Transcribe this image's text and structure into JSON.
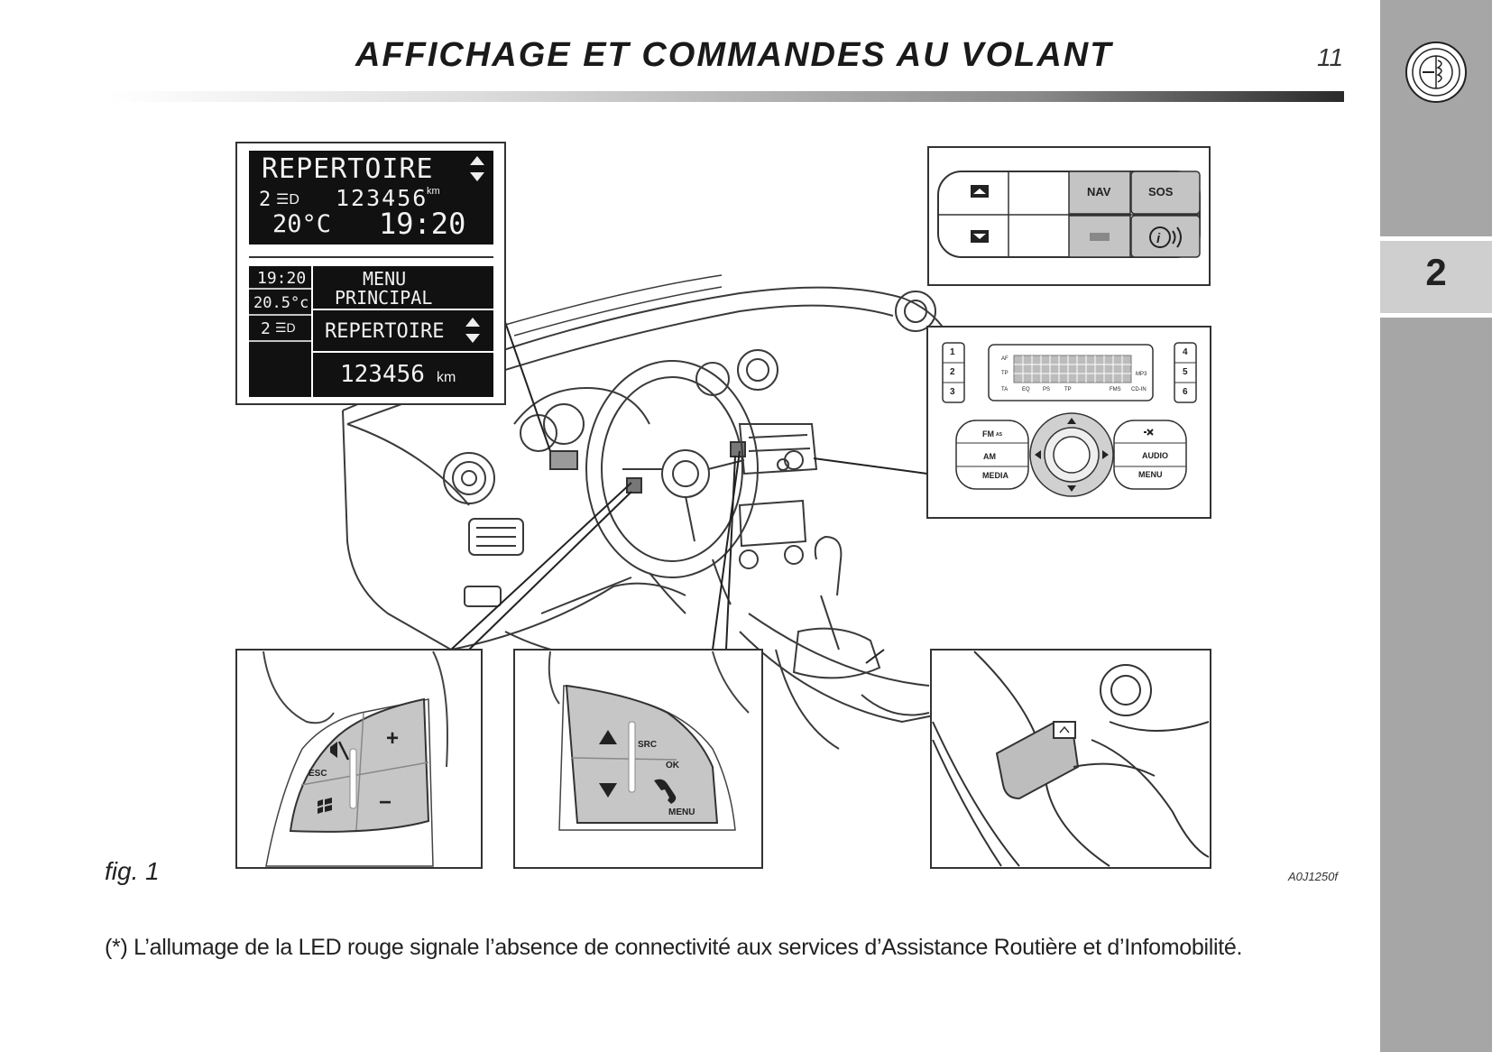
{
  "header": {
    "title": "AFFICHAGE ET COMMANDES AU VOLANT",
    "page_number": "11"
  },
  "side_tab": {
    "chapter": "2"
  },
  "display_detail": {
    "top_screen": {
      "title": "REPERTOIRE",
      "gear": "2",
      "odometer": "123456",
      "odometer_unit": "km",
      "temperature": "20°C",
      "time": "19:20"
    },
    "bottom_screen": {
      "time": "19:20",
      "temperature": "20.5°c",
      "gear": "2",
      "menu_line1": "MENU",
      "menu_line2": "PRINCIPAL",
      "item": "REPERTOIRE",
      "odometer": "123456",
      "odometer_unit": "km"
    }
  },
  "top_right_panel": {
    "nav_label": "NAV",
    "sos_label": "SOS"
  },
  "radio_panel": {
    "presets_left": [
      "1",
      "2",
      "3"
    ],
    "presets_right": [
      "4",
      "5",
      "6"
    ],
    "display_indicators": {
      "af": "AF",
      "tp": "TP",
      "mp3": "MP3",
      "bottom": [
        "TA",
        "EQ",
        "PS",
        "TP",
        "FMS",
        "CD-IN"
      ]
    },
    "left_buttons": [
      "FM",
      "AS",
      "AM",
      "MEDIA"
    ],
    "right_buttons": [
      "AUDIO",
      "MENU"
    ]
  },
  "steering_left": {
    "esc_label": "ESC",
    "plus": "+",
    "minus": "−"
  },
  "steering_right": {
    "src_label": "SRC",
    "ok_label": "OK",
    "menu_label": "MENU"
  },
  "caption": {
    "figure": "fig. 1",
    "code": "A0J1250f"
  },
  "footnote": "(*) L’allumage de la LED rouge signale l’absence de connectivité aux services d’Assistance Routière et d’Infomobilité."
}
